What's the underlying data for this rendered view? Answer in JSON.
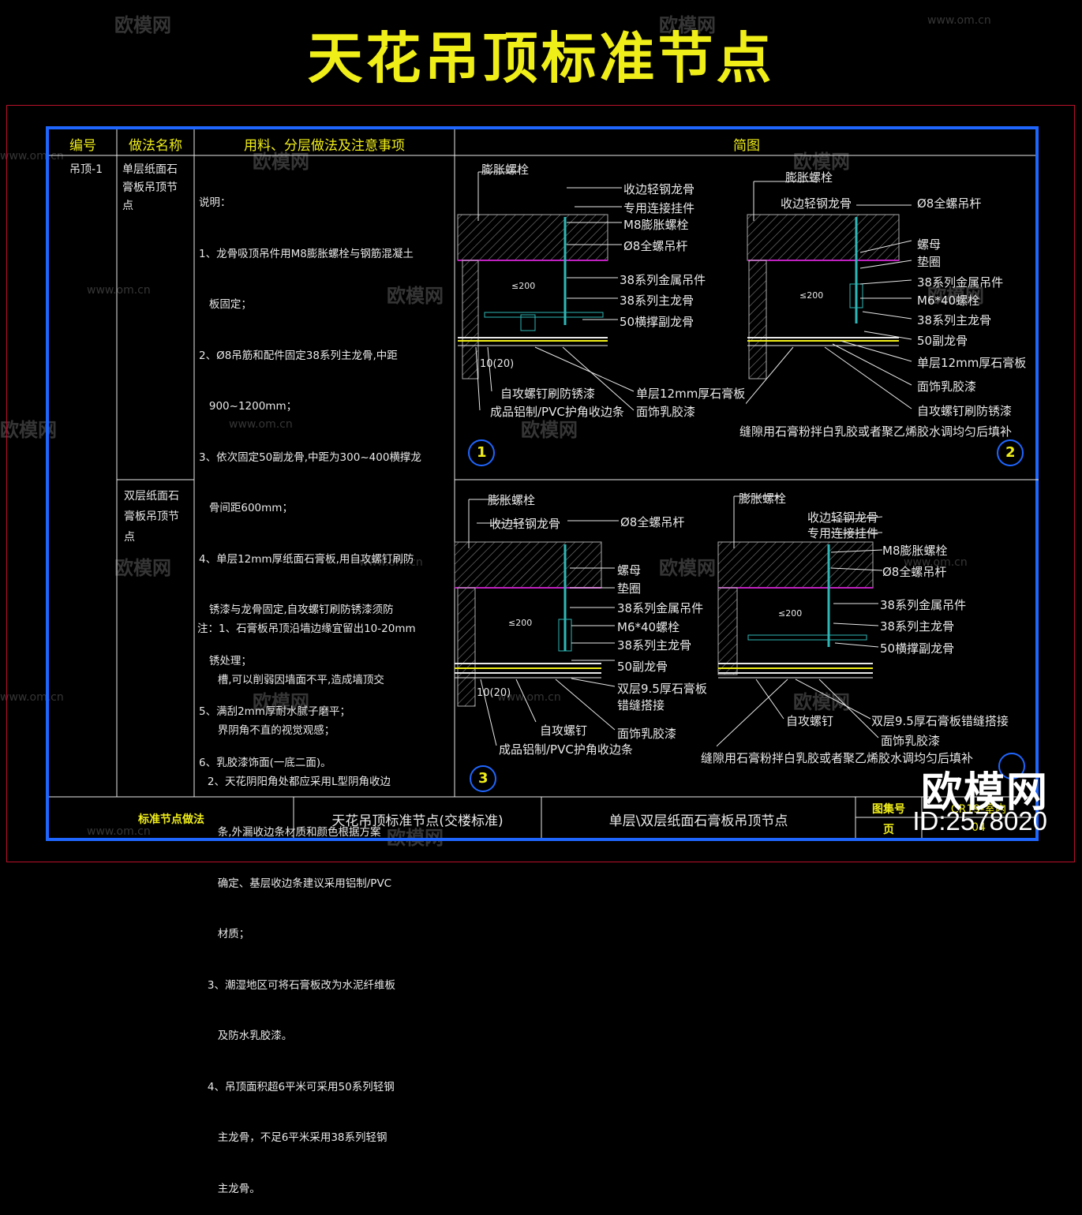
{
  "title": "天花吊顶标准节点",
  "table": {
    "headers": [
      "编号",
      "做法名称",
      "用料、分层做法及注意事项",
      "简图"
    ],
    "code": "吊顶-1",
    "method1": [
      "单层纸面石",
      "膏板吊顶节",
      "点"
    ],
    "method2": [
      "双层纸面石",
      "膏板吊顶节",
      "点"
    ],
    "notes1": [
      "说明：",
      "1、龙骨吸顶吊件用M8膨胀螺栓与钢筋混凝土",
      "   板固定；",
      "2、Ø8吊筋和配件固定38系列主龙骨,中距",
      "   900~1200mm；",
      "3、依次固定50副龙骨,中距为300~400横撑龙",
      "   骨间距600mm；",
      "4、单层12mm厚纸面石膏板,用自攻螺钉刷防",
      "   锈漆与龙骨固定,自攻螺钉刷防锈漆须防",
      "   锈处理；",
      "5、满刮2mm厚耐水腻子磨平；",
      "6、乳胶漆饰面(一底二面)。"
    ],
    "notes2": [
      "注：1、石膏板吊顶沿墙边缘宜留出10-20mm",
      "      槽,可以削弱因墙面不平,造成墙顶交",
      "      界阴角不直的视觉观感；",
      "   2、天花阴阳角处都应采用L型阴角收边",
      "      条,外漏收边条材质和颜色根据方案",
      "      确定、基层收边条建议采用铝制/PVC",
      "      材质；",
      "   3、潮湿地区可将石膏板改为水泥纤维板",
      "      及防水乳胶漆。",
      "   4、吊顶面积超6平米可采用50系列轻钢",
      "      主龙骨，不足6平米采用38系列轻钢",
      "      主龙骨。"
    ]
  },
  "footer": {
    "left": "标准节点做法",
    "mid1": "天花吊顶标准节点(交楼标准)",
    "mid2": "单层\\双层纸面石膏板吊顶节点",
    "k1": "图集号",
    "k2": "页",
    "v1": "CR19-室内",
    "v2": "04"
  },
  "details": {
    "d1": {
      "num": "1",
      "labels": [
        "膨胀螺栓",
        "收边轻钢龙骨",
        "专用连接挂件",
        "M8膨胀螺栓",
        "Ø8全螺吊杆",
        "38系列金属吊件",
        "38系列主龙骨",
        "50横撑副龙骨",
        "单层12mm厚石膏板",
        "自攻螺钉刷防锈漆",
        "成品铝制/PVC护角收边条",
        "面饰乳胶漆"
      ],
      "dims": [
        "≤200",
        "10(20)"
      ]
    },
    "d2": {
      "num": "2",
      "labels": [
        "膨胀螺栓",
        "收边轻钢龙骨",
        "Ø8全螺吊杆",
        "螺母",
        "垫圈",
        "38系列金属吊件",
        "M6*40螺栓",
        "38系列主龙骨",
        "50副龙骨",
        "单层12mm厚石膏板",
        "面饰乳胶漆",
        "自攻螺钉刷防锈漆",
        "缝隙用石膏粉拌白乳胶或者聚乙烯胶水调均匀后填补"
      ],
      "dims": [
        "≤200"
      ]
    },
    "d3": {
      "num": "3",
      "labels": [
        "膨胀螺栓",
        "收边轻钢龙骨",
        "Ø8全螺吊杆",
        "螺母",
        "垫圈",
        "38系列金属吊件",
        "M6*40螺栓",
        "38系列主龙骨",
        "50副龙骨",
        "双层9.5厚石膏板",
        "错缝搭接",
        "自攻螺钉",
        "面饰乳胶漆",
        "成品铝制/PVC护角收边条"
      ],
      "dims": [
        "≤200",
        "10(20)"
      ]
    },
    "d4": {
      "labels": [
        "膨胀螺栓",
        "收边轻钢龙骨",
        "专用连接挂件",
        "M8膨胀螺栓",
        "Ø8全螺吊杆",
        "38系列金属吊件",
        "38系列主龙骨",
        "50横撑副龙骨",
        "双层9.5厚石膏板错缝搭接",
        "自攻螺钉",
        "面饰乳胶漆",
        "缝隙用石膏粉拌白乳胶或者聚乙烯胶水调均匀后填补"
      ],
      "dims": [
        "≤200"
      ]
    }
  },
  "watermark": {
    "brand": "欧模网",
    "url": "www.om.cn",
    "id": "ID:2578020"
  }
}
